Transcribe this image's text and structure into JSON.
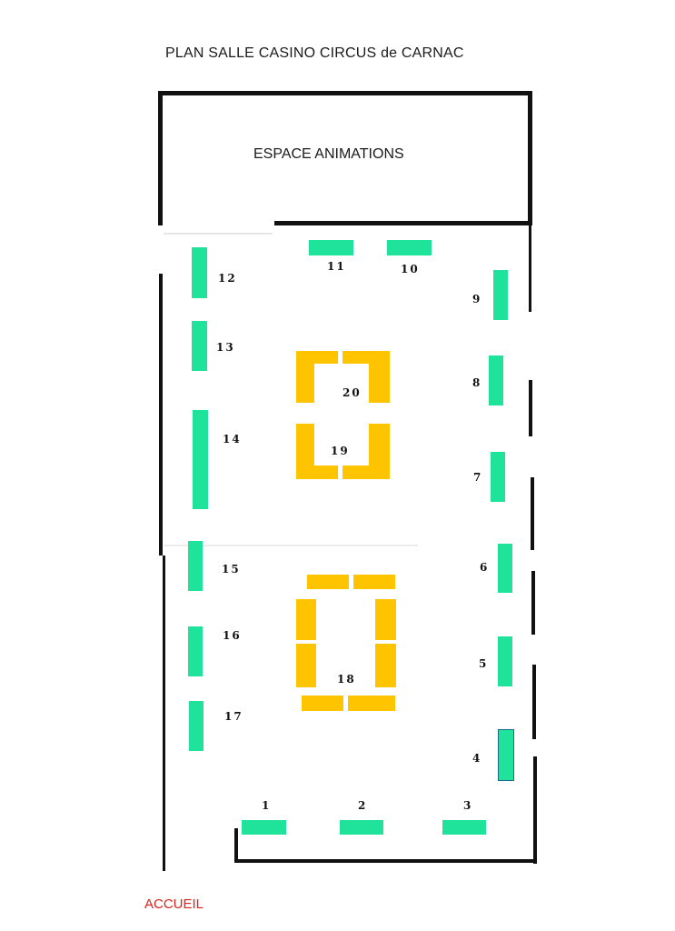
{
  "title": "PLAN SALLE CASINO CIRCUS de CARNAC",
  "zone_label": "ESPACE ANIMATIONS",
  "entrance_label": "ACCUEIL",
  "colors": {
    "wall": "#111111",
    "table": "#1fe39a",
    "block": "#ffc400",
    "entrance": "#e0211b"
  },
  "tables": {
    "t1": "1",
    "t2": "2",
    "t3": "3",
    "t4": "4",
    "t5": "5",
    "t6": "6",
    "t7": "7",
    "t8": "8",
    "t9": "9",
    "t10": "10",
    "t11": "11",
    "t12": "12",
    "t13": "13",
    "t14": "14",
    "t15": "15",
    "t16": "16",
    "t17": "17",
    "t18": "18",
    "t19": "19",
    "t20": "20"
  }
}
